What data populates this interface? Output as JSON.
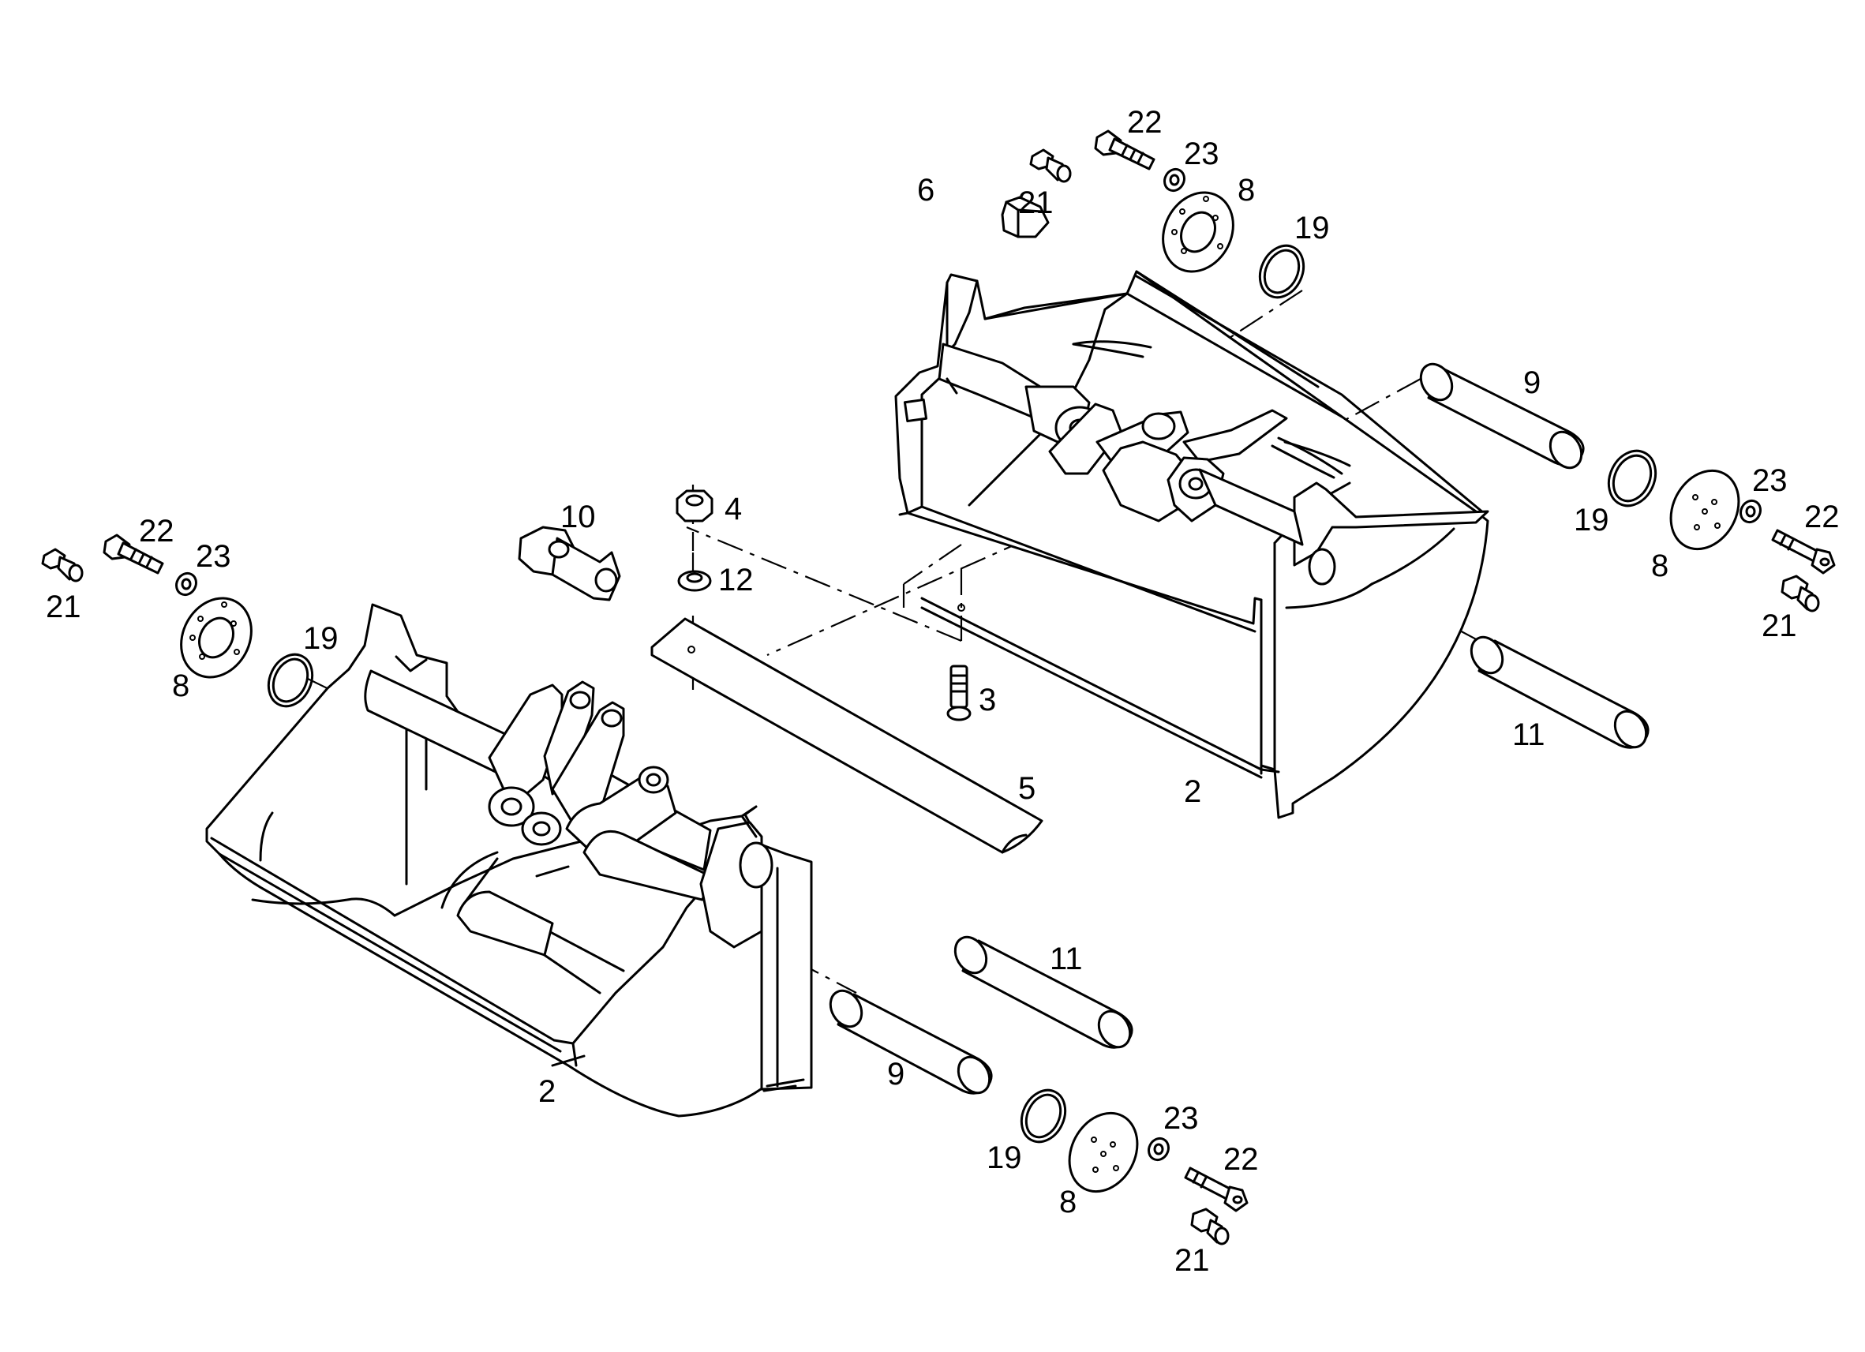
{
  "diagram": {
    "callouts": [
      {
        "id": "c-22-top",
        "text": "22"
      },
      {
        "id": "c-23-top",
        "text": "23"
      },
      {
        "id": "c-21-top",
        "text": "21"
      },
      {
        "id": "c-6",
        "text": "6"
      },
      {
        "id": "c-8-top",
        "text": "8"
      },
      {
        "id": "c-19-top",
        "text": "19"
      },
      {
        "id": "c-9-right",
        "text": "9"
      },
      {
        "id": "c-19-right",
        "text": "19"
      },
      {
        "id": "c-23-right",
        "text": "23"
      },
      {
        "id": "c-22-right",
        "text": "22"
      },
      {
        "id": "c-8-right",
        "text": "8"
      },
      {
        "id": "c-21-right",
        "text": "21"
      },
      {
        "id": "c-11-right",
        "text": "11"
      },
      {
        "id": "c-2-right",
        "text": "2"
      },
      {
        "id": "c-10",
        "text": "10"
      },
      {
        "id": "c-4",
        "text": "4"
      },
      {
        "id": "c-12",
        "text": "12"
      },
      {
        "id": "c-3",
        "text": "3"
      },
      {
        "id": "c-5",
        "text": "5"
      },
      {
        "id": "c-22-left",
        "text": "22"
      },
      {
        "id": "c-23-left",
        "text": "23"
      },
      {
        "id": "c-21-left",
        "text": "21"
      },
      {
        "id": "c-8-left",
        "text": "8"
      },
      {
        "id": "c-19-left",
        "text": "19"
      },
      {
        "id": "c-2-left",
        "text": "2"
      },
      {
        "id": "c-11-left",
        "text": "11"
      },
      {
        "id": "c-9-left",
        "text": "9"
      },
      {
        "id": "c-19-bottom",
        "text": "19"
      },
      {
        "id": "c-8-bottom",
        "text": "8"
      },
      {
        "id": "c-23-bottom",
        "text": "23"
      },
      {
        "id": "c-22-bottom",
        "text": "22"
      },
      {
        "id": "c-21-bottom",
        "text": "21"
      }
    ]
  }
}
